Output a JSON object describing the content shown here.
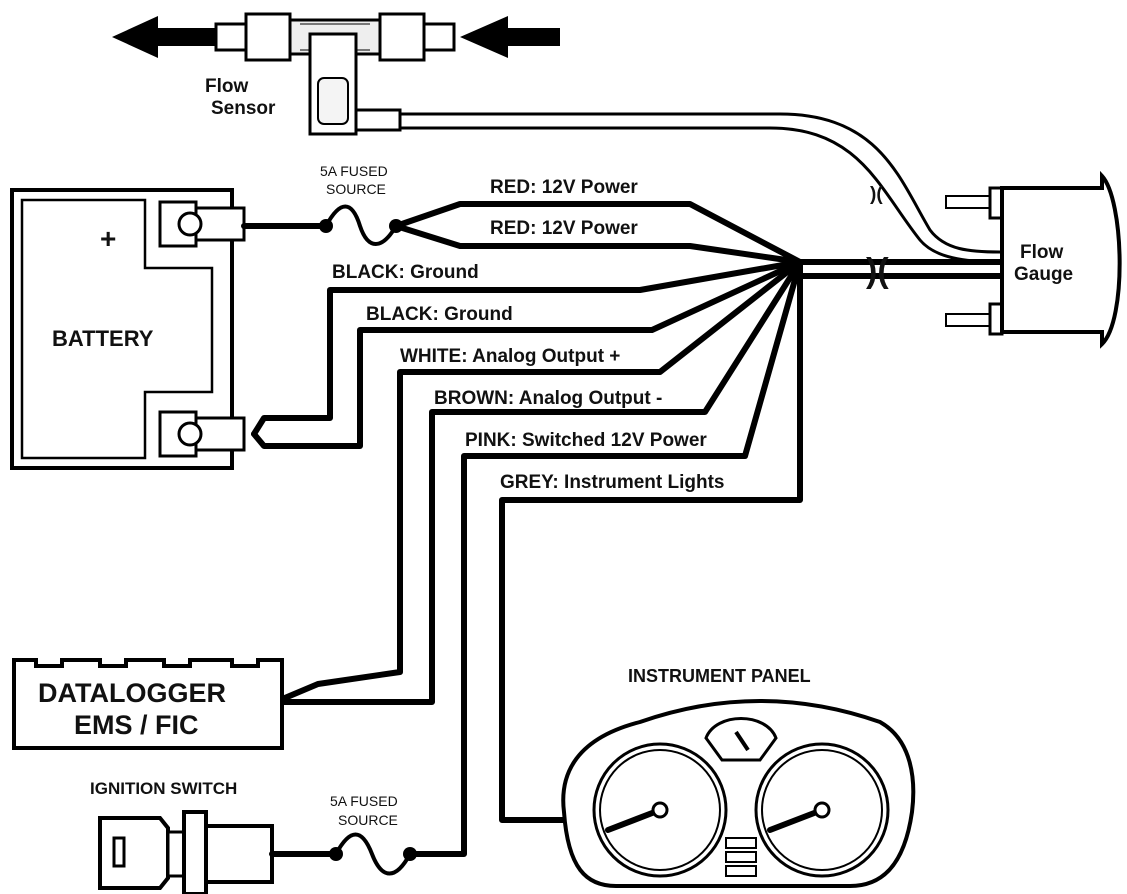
{
  "labels": {
    "flow_sensor_line1": "Flow",
    "flow_sensor_line2": "Sensor",
    "fuse_top_line1": "5A FUSED",
    "fuse_top_line2": "SOURCE",
    "fuse_bottom_line1": "5A FUSED",
    "fuse_bottom_line2": "SOURCE",
    "battery": "BATTERY",
    "battery_plus": "+",
    "flow_gauge_line1": "Flow",
    "flow_gauge_line2": "Gauge",
    "datalogger_line1": "DATALOGGER",
    "datalogger_line2": "EMS / FIC",
    "ignition_switch": "IGNITION SWITCH",
    "instrument_panel": "INSTRUMENT PANEL"
  },
  "wires": [
    {
      "label": "RED: 12V Power",
      "color": "#cc0000"
    },
    {
      "label": "RED: 12V Power",
      "color": "#cc0000"
    },
    {
      "label": "BLACK: Ground",
      "color": "#000000"
    },
    {
      "label": "BLACK: Ground",
      "color": "#000000"
    },
    {
      "label": "WHITE: Analog Output +",
      "color": "#ffffff"
    },
    {
      "label": "BROWN: Analog Output -",
      "color": "#8b4513"
    },
    {
      "label": "PINK: Switched 12V Power",
      "color": "#ff69b4"
    },
    {
      "label": "GREY: Instrument Lights",
      "color": "#808080"
    }
  ]
}
